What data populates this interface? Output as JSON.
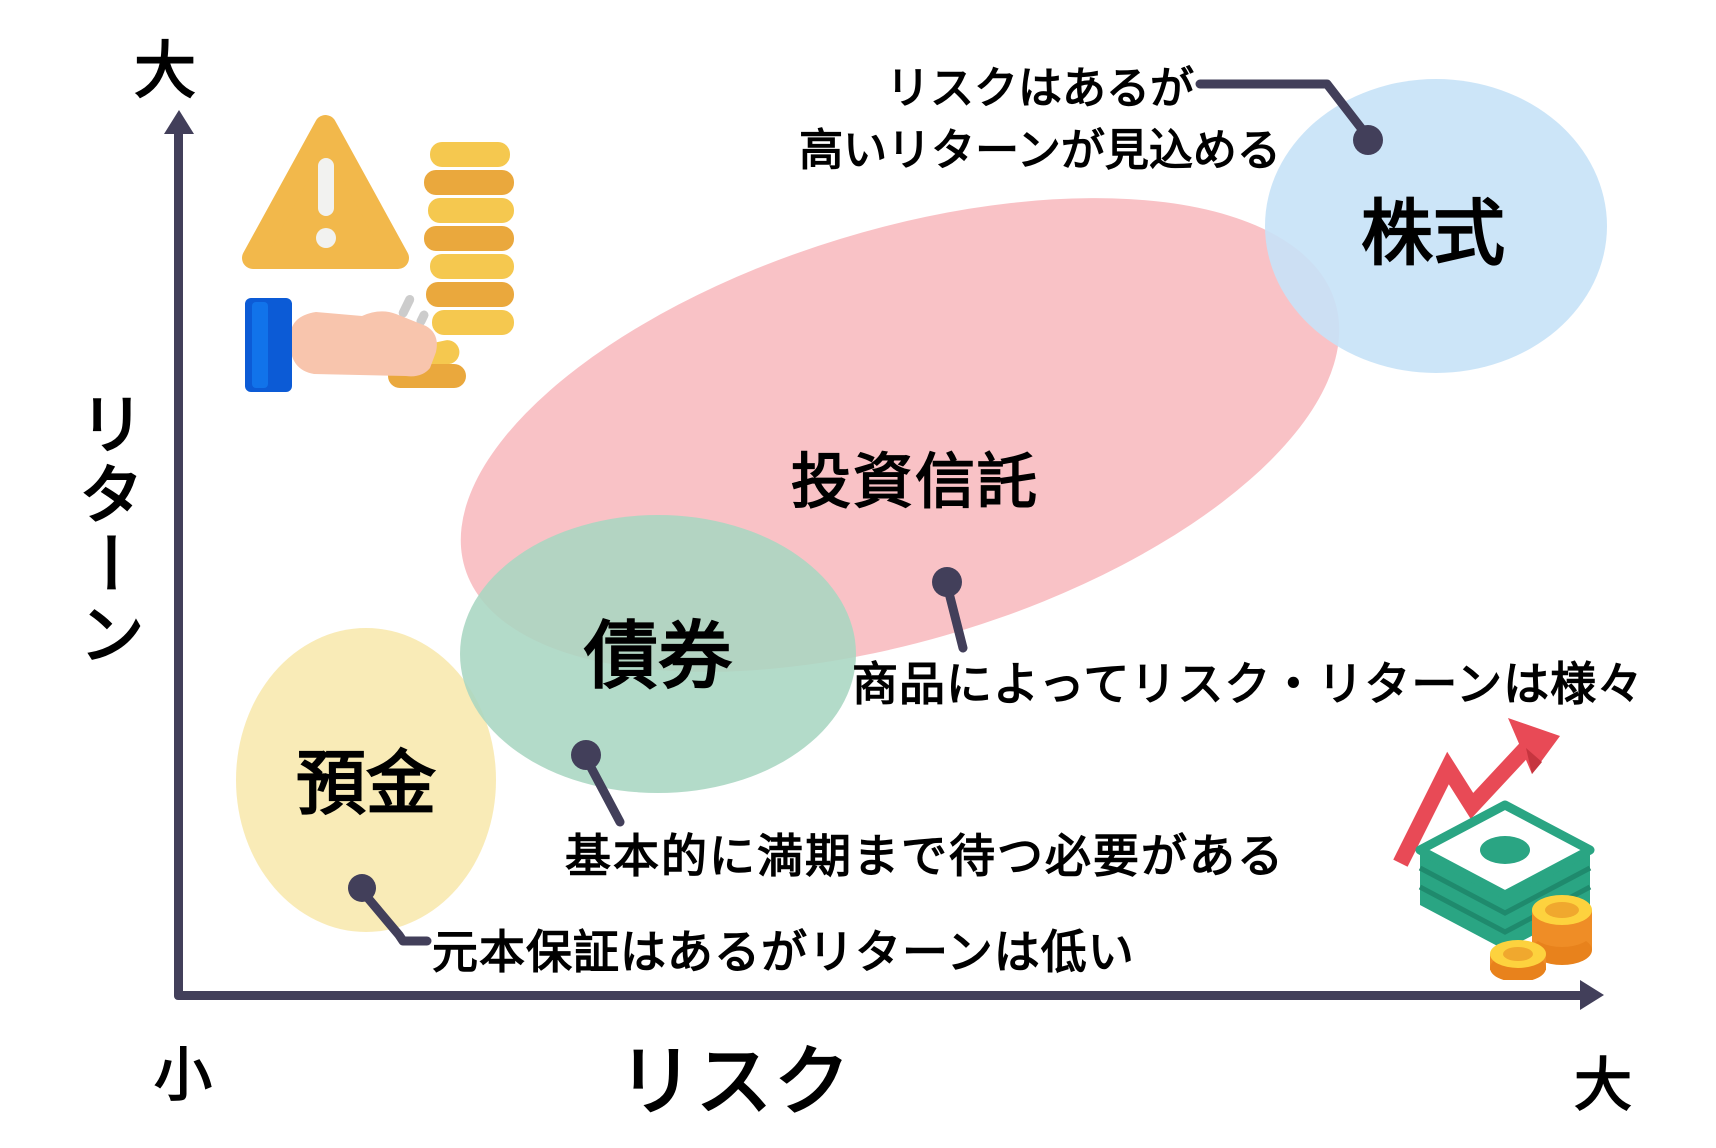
{
  "diagram": {
    "y_axis": {
      "top_label": "大",
      "label": "リターン"
    },
    "x_axis": {
      "origin_label": "小",
      "label": "リスク",
      "right_label": "大"
    },
    "assets": [
      {
        "label": "預金",
        "color": "#f9e9b1",
        "note": "元本保証はあるがリターンは低い"
      },
      {
        "label": "債券",
        "color": "#a9d6c2",
        "note": "基本的に満期まで待つ必要がある"
      },
      {
        "label": "投資信託",
        "color": "#f9bfc3",
        "note": "商品によってリスク・リターンは様々"
      },
      {
        "label": "株式",
        "color": "#c7e2f7",
        "note_line1": "リスクはあるが",
        "note_line2": "高いリターンが見込める"
      }
    ],
    "colors": {
      "axis": "#423f5a",
      "callout": "#423f5a",
      "warning_amber": "#f2b84b",
      "coin_gold": "#f5c84f",
      "coin_dark_gold": "#eaa83d",
      "hand_peach": "#f8c5ad",
      "sleeve_blue": "#0c5bd6",
      "money_green": "#2aa583",
      "arrow_red": "#e84a56"
    },
    "icons": {
      "top_left": "warning-hand-coins-icon",
      "bottom_right": "money-growth-icon"
    }
  }
}
